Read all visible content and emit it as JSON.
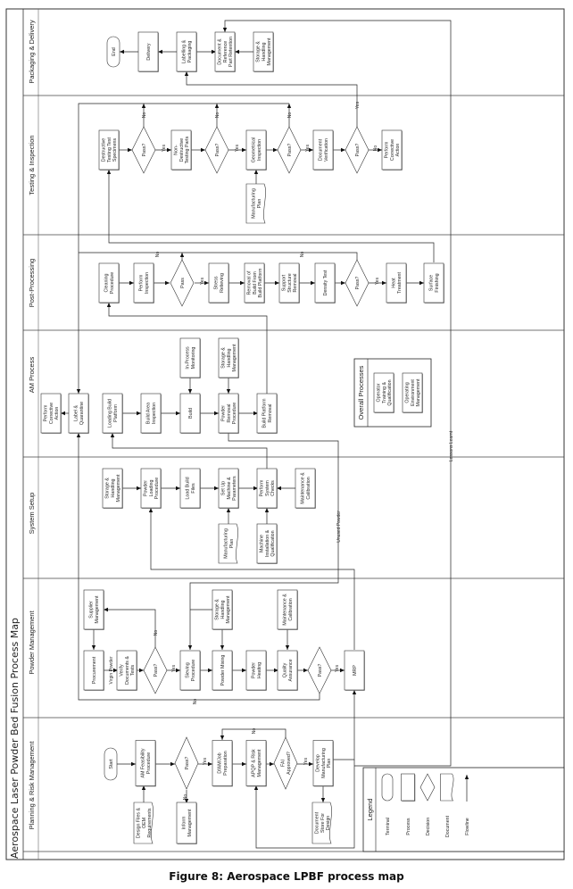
{
  "title": "Aerospace Laser Powder Bed Fusion Process Map",
  "caption": "Figure 8: Aerospace LPBF process map",
  "lanes": [
    {
      "id": "packaging",
      "label": "Packaging & Delivery"
    },
    {
      "id": "testing",
      "label": "Testing & Inspection"
    },
    {
      "id": "post",
      "label": "Post-Processing"
    },
    {
      "id": "am",
      "label": "AM Process"
    },
    {
      "id": "setup",
      "label": "System Setup"
    },
    {
      "id": "powder",
      "label": "Powder Management"
    },
    {
      "id": "planning",
      "label": "Planning & Risk Management"
    }
  ],
  "nodes": {
    "end": [
      "End"
    ],
    "delivery": [
      "Delivery"
    ],
    "labelling": [
      "Labelling &",
      "Packaging"
    ],
    "doc_retention": [
      "Document &",
      "Reference",
      "Part Retention"
    ],
    "storage_pd": [
      "Storage &",
      "Handling",
      "Management"
    ],
    "destructive": [
      "Destructive",
      "Testing Test",
      "Specimens"
    ],
    "pass_t1": [
      "Pass?"
    ],
    "ndt": [
      "Non-",
      "Destructive",
      "Testing Parts"
    ],
    "pass_t2": [
      "Pass?"
    ],
    "geo": [
      "Geometrical",
      "Inspection"
    ],
    "pass_t3": [
      "Pass?"
    ],
    "docver": [
      "Document",
      "Verification"
    ],
    "pass_t4": [
      "Pass?"
    ],
    "corrective_ti": [
      "Perform",
      "Corrective",
      "Action"
    ],
    "mplan_ti": [
      "Manufacturing",
      "Plan"
    ],
    "cleaning": [
      "Cleaning",
      "Procedure"
    ],
    "perf_insp": [
      "Perform",
      "Inspection"
    ],
    "pass_p1": [
      "Pass"
    ],
    "stress": [
      "Stress",
      "Relieving"
    ],
    "removal_bp": [
      "Removal of",
      "Build From",
      "Build Platform"
    ],
    "support": [
      "Support",
      "Structure",
      "Removal"
    ],
    "density": [
      "Density Test"
    ],
    "pass_p2": [
      "Pass?"
    ],
    "heat": [
      "Heat",
      "Treatment"
    ],
    "surface": [
      "Surface",
      "Finishing"
    ],
    "corrective_am": [
      "Perform",
      "Corrective",
      "Action"
    ],
    "label_q": [
      "Label &",
      "Quarantine"
    ],
    "loading_bp": [
      "Loading Build",
      "Platform"
    ],
    "build_area": [
      "Build Area",
      "Inspection"
    ],
    "build": [
      "Build"
    ],
    "powder_removal": [
      "Powder",
      "Removal",
      "Procedure"
    ],
    "bp_removal": [
      "Build Platform",
      "Removal"
    ],
    "inproc": [
      "In-Process",
      "Monitoring"
    ],
    "storage_am": [
      "Storage &",
      "Handling",
      "Management"
    ],
    "op_training": [
      "Operator",
      "Training &",
      "Qualification"
    ],
    "op_env": [
      "Operating",
      "Environment",
      "Management"
    ],
    "storage_ss": [
      "Storage &",
      "Handling",
      "Management"
    ],
    "plp": [
      "Powder",
      "Loading",
      "Procedure"
    ],
    "lbf": [
      "Load Build",
      "Files"
    ],
    "setup": [
      "Set Up",
      "Machine &",
      "Parameters"
    ],
    "psc": [
      "Perform",
      "System",
      "Checks"
    ],
    "maint_ss": [
      "Maintenance &",
      "Calibration"
    ],
    "mplan_ss": [
      "Manufacturing",
      "Plan"
    ],
    "miq": [
      "Machine",
      "Installation &",
      "Qualification"
    ],
    "procurement": [
      "Procurement"
    ],
    "verify": [
      "Verify",
      "Documents &",
      "Tests"
    ],
    "pass_pm1": [
      "Pass?"
    ],
    "sieving": [
      "Sieving",
      "Procedure"
    ],
    "mixing": [
      "Powder Mixing"
    ],
    "heating": [
      "Powder",
      "Heating"
    ],
    "qa": [
      "Quality",
      "Assurance"
    ],
    "pass_pm2": [
      "Pass?"
    ],
    "mrp": [
      "MRP"
    ],
    "supplier": [
      "Supplier",
      "Management"
    ],
    "storage_pm": [
      "Storage &",
      "Handling",
      "Management"
    ],
    "maint_pm": [
      "Maintenance &",
      "Calibration"
    ],
    "start": [
      "Start"
    ],
    "amf": [
      "AM Feasibility",
      "Procedure"
    ],
    "pass_pl": [
      "Pass?"
    ],
    "dfam": [
      "DfAM/Job",
      "Preparation"
    ],
    "apqp": [
      "APQP & Risk",
      "Management"
    ],
    "fai": [
      "FAI",
      "Approved?"
    ],
    "develop": [
      "Develop",
      "Manufacturing",
      "Plan"
    ],
    "design_files": [
      "Design Files &",
      "OEM",
      "Requirements"
    ],
    "inform": [
      "Inform",
      "Management"
    ],
    "doc_store": [
      "Document",
      "Store For",
      "Design"
    ]
  },
  "edge_labels": {
    "yes": "Yes",
    "no": "No"
  },
  "flow_labels": {
    "virgin_powder": "Virgin Powder",
    "unused_powder": "Unused Powder",
    "lessons_learnt": "Lessons Learnt"
  },
  "overall_processes": {
    "title": "Overall Processes"
  },
  "legend": {
    "title": "Legend",
    "items": [
      "Terminal",
      "Process",
      "Decision",
      "Document",
      "Flowline"
    ]
  }
}
